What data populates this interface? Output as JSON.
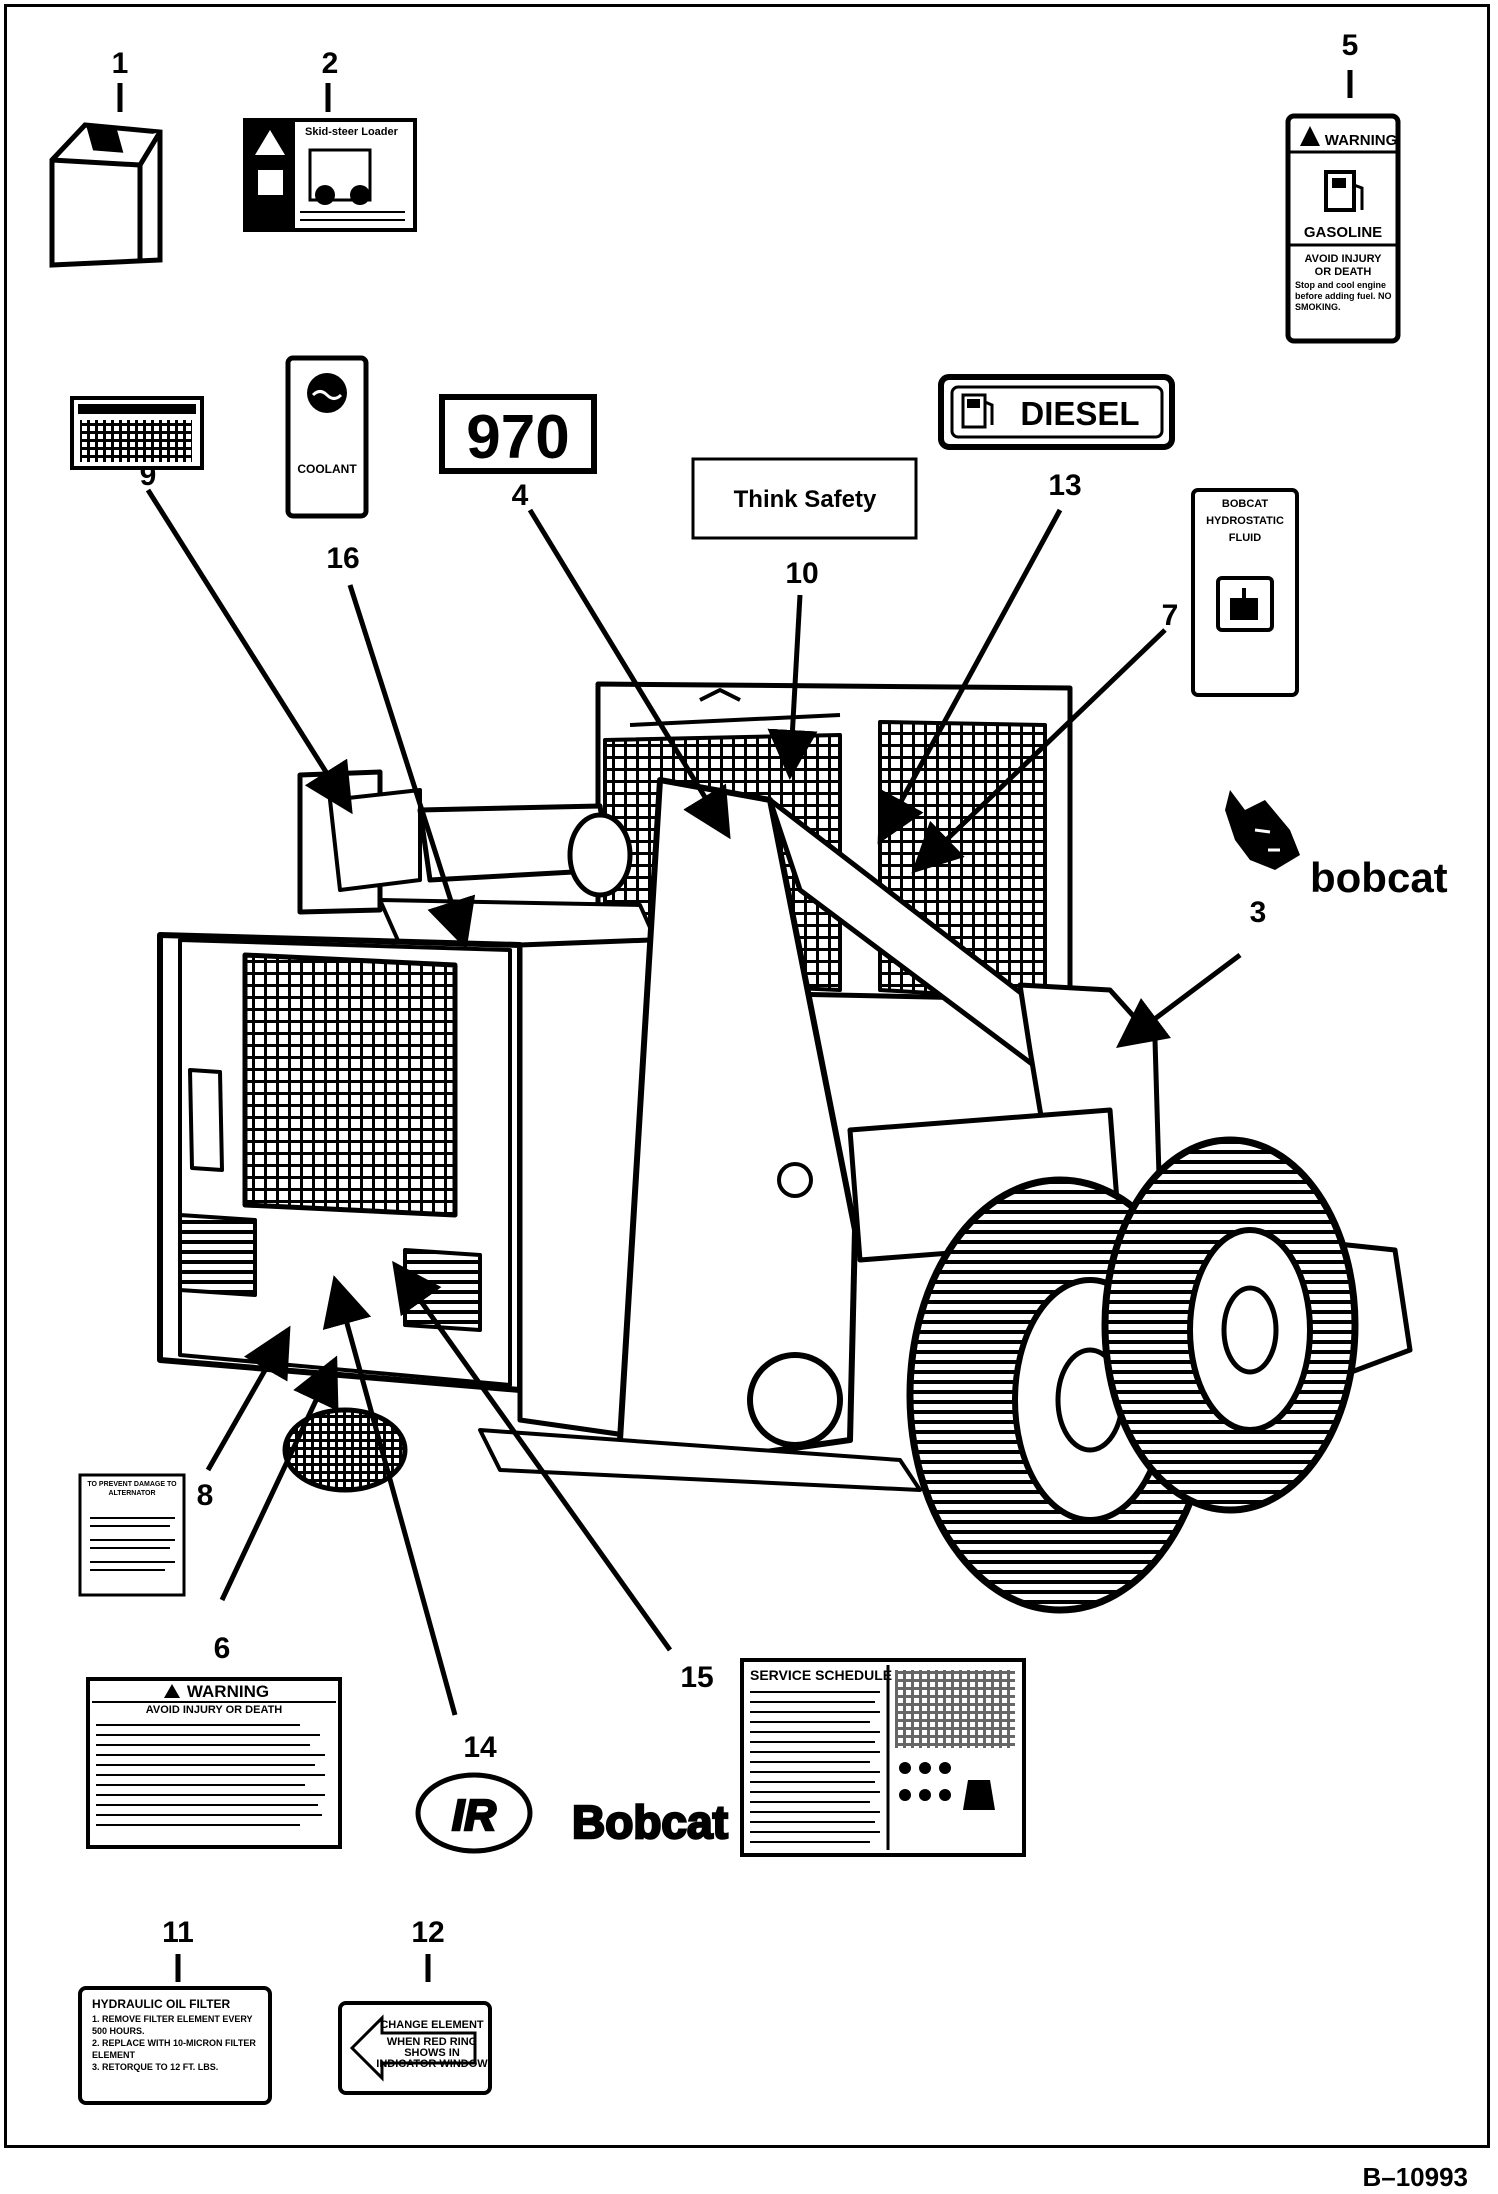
{
  "document": {
    "drawing_number": "B–10993"
  },
  "callouts": [
    "1",
    "2",
    "3",
    "4",
    "5",
    "6",
    "7",
    "8",
    "9",
    "10",
    "11",
    "12",
    "13",
    "14",
    "15",
    "16"
  ],
  "decals": {
    "machine_signs": {
      "title": "Skid-steer Loader"
    },
    "warning_gasoline": {
      "header": "WARNING",
      "title": "GASOLINE",
      "line1": "AVOID INJURY",
      "line2": "OR DEATH",
      "body": "Stop and cool engine before adding fuel. NO SMOKING."
    },
    "model": {
      "text": "970"
    },
    "diesel": {
      "text": "DIESEL"
    },
    "think_safety": {
      "text": "Think Safety"
    },
    "coolant": {
      "text": "COOLANT"
    },
    "hydrostatic": {
      "line1": "BOBCAT",
      "line2": "HYDROSTATIC",
      "line3": "FLUID"
    },
    "brand": {
      "text": "bobcat"
    },
    "alternator": {
      "title": "TO PREVENT DAMAGE TO ALTERNATOR"
    },
    "warning_general": {
      "header": "WARNING",
      "subheader": "AVOID INJURY OR DEATH"
    },
    "ir_logo": {
      "mark": "IR",
      "text": "Bobcat"
    },
    "service": {
      "title": "SERVICE SCHEDULE"
    },
    "hydraulic_filter": {
      "title": "HYDRAULIC OIL FILTER",
      "step1": "1. REMOVE FILTER ELEMENT EVERY 500 HOURS.",
      "step2": "2. REPLACE WITH 10-MICRON FILTER ELEMENT",
      "step3": "3. RETORQUE TO 12 FT. LBS."
    },
    "change_element": {
      "line1": "CHANGE ELEMENT",
      "line2": "WHEN RED RING",
      "line3": "SHOWS IN",
      "line4": "INDICATOR WINDOW"
    }
  },
  "colors": {
    "ink": "#000000",
    "paper": "#ffffff"
  }
}
